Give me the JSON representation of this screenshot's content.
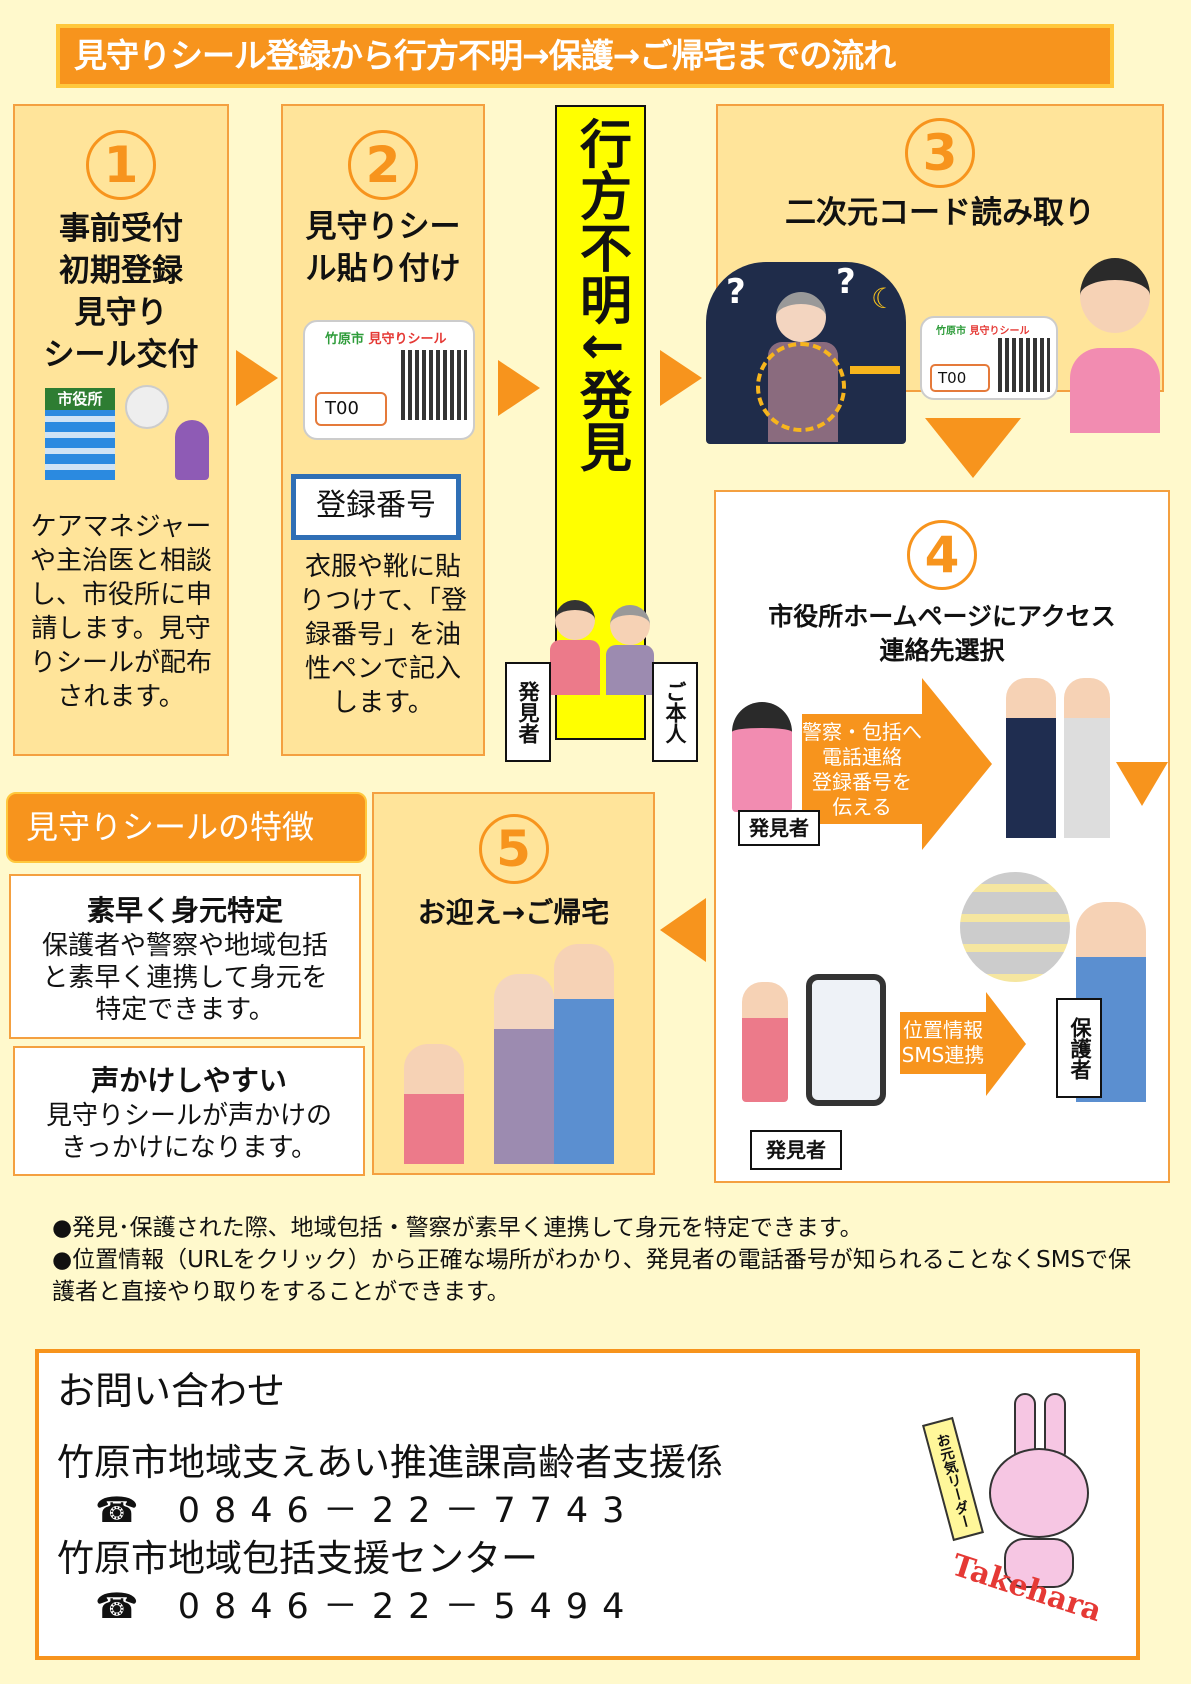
{
  "title": "見守りシール登録から行方不明→保護→ご帰宅までの流れ",
  "step1": {
    "num": "1",
    "heading": "事前受付\n初期登録\n見守り\nシール交付",
    "building_label": "市役所",
    "body": "ケアマネジャーや主治医と相談し、市役所に申請します。見守りシールが配布されます。"
  },
  "step2": {
    "num": "2",
    "heading": "見守りシール貼り付け",
    "seal_title_a": "竹原市",
    "seal_title_b": "見守りシール",
    "seal_number": "T00",
    "reg_label": "登録番号",
    "body": "衣服や靴に貼りつけて、「登録番号」を油性ペンで記入します。"
  },
  "missing": {
    "text": "行方不明↓発見",
    "finder": "発見者",
    "person": "ご本人"
  },
  "step3": {
    "num": "3",
    "heading": "二次元コード読み取り",
    "seal_title_a": "竹原市",
    "seal_title_b": "見守りシール",
    "seal_number": "T00"
  },
  "step4": {
    "num": "4",
    "heading": "市役所ホームページにアクセス\n連絡先選択",
    "arrow1": "警察・包括へ\n電話連絡\n登録番号を\n伝える",
    "finder1": "発見者",
    "arrow2": "位置情報\nSMS連携",
    "guardian": "保護者",
    "finder2": "発見者"
  },
  "step5": {
    "num": "5",
    "heading": "お迎え→ご帰宅"
  },
  "features": {
    "header": "見守りシールの特徴",
    "items": [
      {
        "title": "素早く身元特定",
        "text": "保護者や警察や地域包括と素早く連携して身元を特定できます。"
      },
      {
        "title": "声かけしやすい",
        "text": "見守りシールが声かけのきっかけになります。"
      }
    ]
  },
  "notes": [
    "●発見･保護された際、地域包括・警察が素早く連携して身元を特定できます。",
    "●位置情報（URLをクリック）から正確な場所がわかり、発見者の電話番号が知られることなくSMSで保護者と直接やり取りをすることができます。"
  ],
  "contact": {
    "title": "お問い合わせ",
    "entries": [
      {
        "name": "竹原市地域支えあい推進課高齢者支援係",
        "phone": "0846－22－7743"
      },
      {
        "name": "竹原市地域包括支援センター",
        "phone": "0846－22－5494"
      }
    ],
    "phone_icon": "☎",
    "mascot_flag": "お元気リーダー",
    "mascot_text": "Takehara"
  },
  "colors": {
    "accent": "#f7941d",
    "panel": "#ffe49a",
    "background": "#fff9cc",
    "highlight": "#ffff00"
  }
}
